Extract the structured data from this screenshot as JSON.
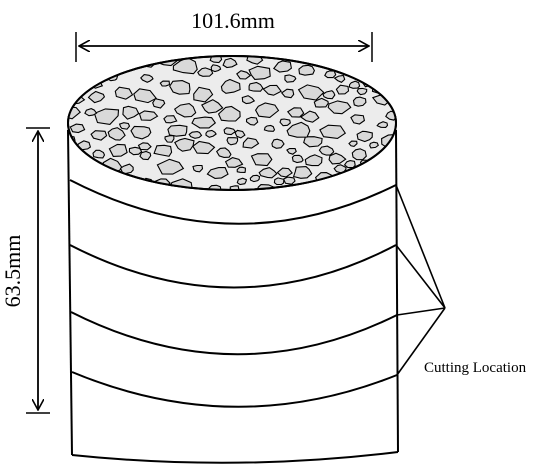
{
  "labels": {
    "diameter": "101.6mm",
    "height": "63.5mm",
    "cutting": "Cutting Location"
  },
  "colors": {
    "stroke": "#000000",
    "aggregate_fill": "#d9d9d9",
    "background": "#ffffff"
  }
}
